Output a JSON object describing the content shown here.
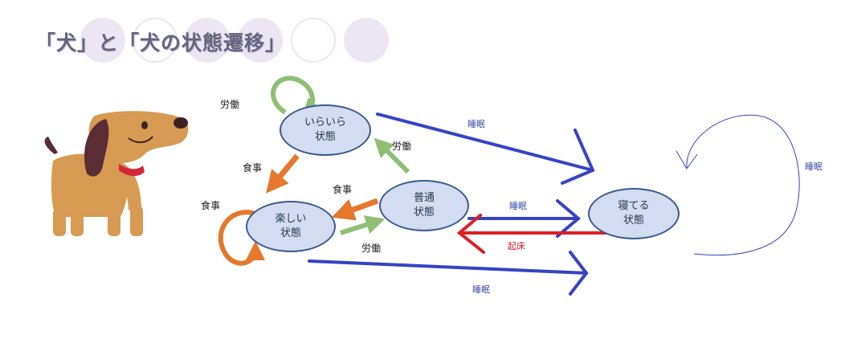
{
  "title": "「犬」と「犬の状態遷移」",
  "nodes": {
    "iraira": {
      "line1": "いらいら",
      "line2": "状態"
    },
    "futsu": {
      "line1": "普通",
      "line2": "状態"
    },
    "tanoshii": {
      "line1": "楽しい",
      "line2": "状態"
    },
    "neteru": {
      "line1": "寝てる",
      "line2": "状態"
    }
  },
  "labels": {
    "roudou_top": "労働",
    "roudou_mid": "労働",
    "roudou_bottom": "労働",
    "shokuji_left": "食事",
    "shokuji_mid": "食事",
    "shokuji_loop": "食事",
    "suimin_top": "睡眠",
    "suimin_mid": "睡眠",
    "suimin_bottom": "睡眠",
    "suimin_right": "睡眠",
    "kishou": "起床"
  },
  "colors": {
    "title": "#646480",
    "node_fill": "#d3dcf1",
    "node_border": "#3b5b8f",
    "labor_arrow": "#8fbf74",
    "meal_arrow": "#e5782c",
    "sleep_arrow": "#3643c2",
    "wake_arrow": "#e01d24"
  },
  "icons": [
    "dog-illustration"
  ]
}
